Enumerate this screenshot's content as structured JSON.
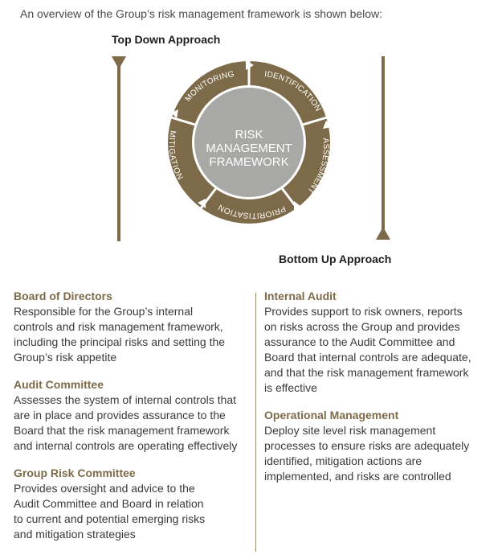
{
  "intro": "An overview of the Group’s risk management framework is shown below:",
  "approaches": {
    "top_down": "Top Down Approach",
    "bottom_up": "Bottom Up Approach"
  },
  "framework": {
    "center_lines": [
      "RISK",
      "MANAGEMENT",
      "FRAMEWORK"
    ],
    "segments": [
      "MONITORING",
      "IDENTIFICATION",
      "ASSESSMENT",
      "PRIORITISATION",
      "MITIGATION"
    ]
  },
  "colors": {
    "ring": "#7d6a48",
    "center": "#a8a8a6",
    "heading": "#7d6a48"
  },
  "left_column": [
    {
      "title": "Board of Directors",
      "lines": [
        "Responsible for the Group’s internal",
        "controls and risk management framework,",
        "including the principal risks and setting the",
        "Group’s risk appetite"
      ]
    },
    {
      "title": "Audit Committee",
      "lines": [
        "Assesses the system of internal controls that",
        "are in place and provides assurance to the",
        "Board that the risk management framework",
        "and internal controls are operating effectively"
      ]
    },
    {
      "title": "Group Risk Committee",
      "lines": [
        "Provides oversight and advice to the",
        "Audit Committee and Board in relation",
        "to current and potential emerging risks",
        "and mitigation strategies"
      ]
    }
  ],
  "right_column": [
    {
      "title": "Internal Audit",
      "lines": [
        "Provides support to risk owners, reports",
        "on risks across the Group and provides",
        "assurance to the Audit Committee and",
        "Board that internal controls are adequate,",
        "and that the risk management framework",
        "is effective"
      ]
    },
    {
      "title": "Operational Management",
      "lines": [
        "Deploy site level risk management",
        "processes to ensure risks are adequately",
        "identified, mitigation actions are",
        "implemented, and risks are controlled"
      ]
    }
  ]
}
